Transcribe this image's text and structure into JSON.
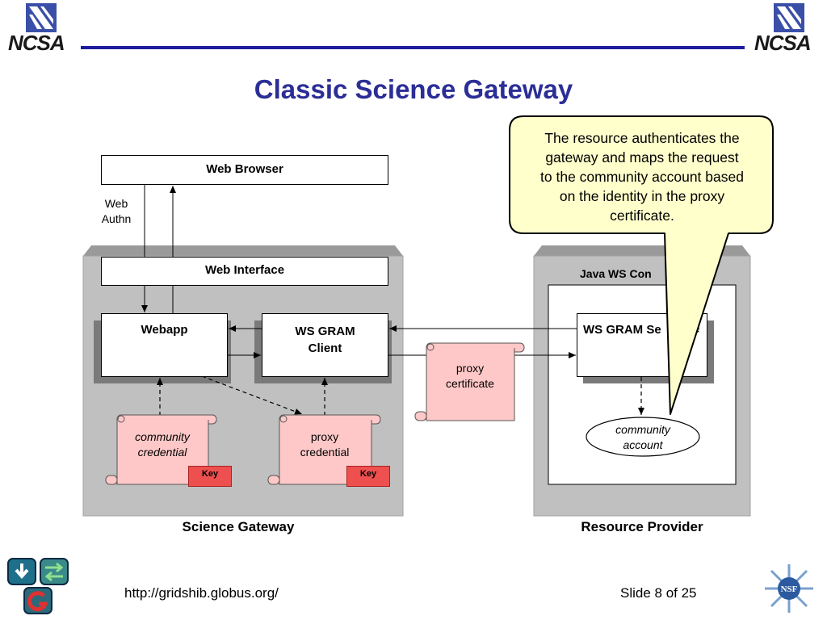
{
  "header": {
    "logo_left": "NCSA",
    "logo_right": "NCSA"
  },
  "slide": {
    "title": "Classic Science Gateway"
  },
  "diagram": {
    "web_browser": "Web Browser",
    "web_authn_line1": "Web",
    "web_authn_line2": "Authn",
    "web_interface": "Web Interface",
    "webapp": "Webapp",
    "ws_gram_client_line1": "WS GRAM",
    "ws_gram_client_line2": "Client",
    "proxy_certificate_line1": "proxy",
    "proxy_certificate_line2": "certificate",
    "community_credential_line1": "community",
    "community_credential_line2": "credential",
    "proxy_credential_line1": "proxy",
    "proxy_credential_line2": "credential",
    "key_label_1": "Key",
    "key_label_2": "Key",
    "java_ws_container": "Java WS Con",
    "ws_gram_service": "WS GRAM Se",
    "ws_gram_service_tail": "e",
    "community_account_line1": "community",
    "community_account_line2": "account",
    "science_gateway": "Science Gateway",
    "resource_provider": "Resource Provider"
  },
  "callout": {
    "line1": "The resource authenticates the",
    "line2": "gateway and maps the request",
    "line3": "to the community account based",
    "line4": "on the identity in the proxy",
    "line5": "certificate."
  },
  "footer": {
    "url": "http://gridshib.globus.org/",
    "slide_number": "Slide 8 of 25"
  },
  "colors": {
    "header_blue": "#1c1c9c",
    "title_blue": "#2b2e96",
    "panel_gray": "#c0c0c0",
    "scroll_pink": "#ffc8c8",
    "key_red": "#ee4f4f",
    "callout_yellow": "#ffffcc"
  }
}
